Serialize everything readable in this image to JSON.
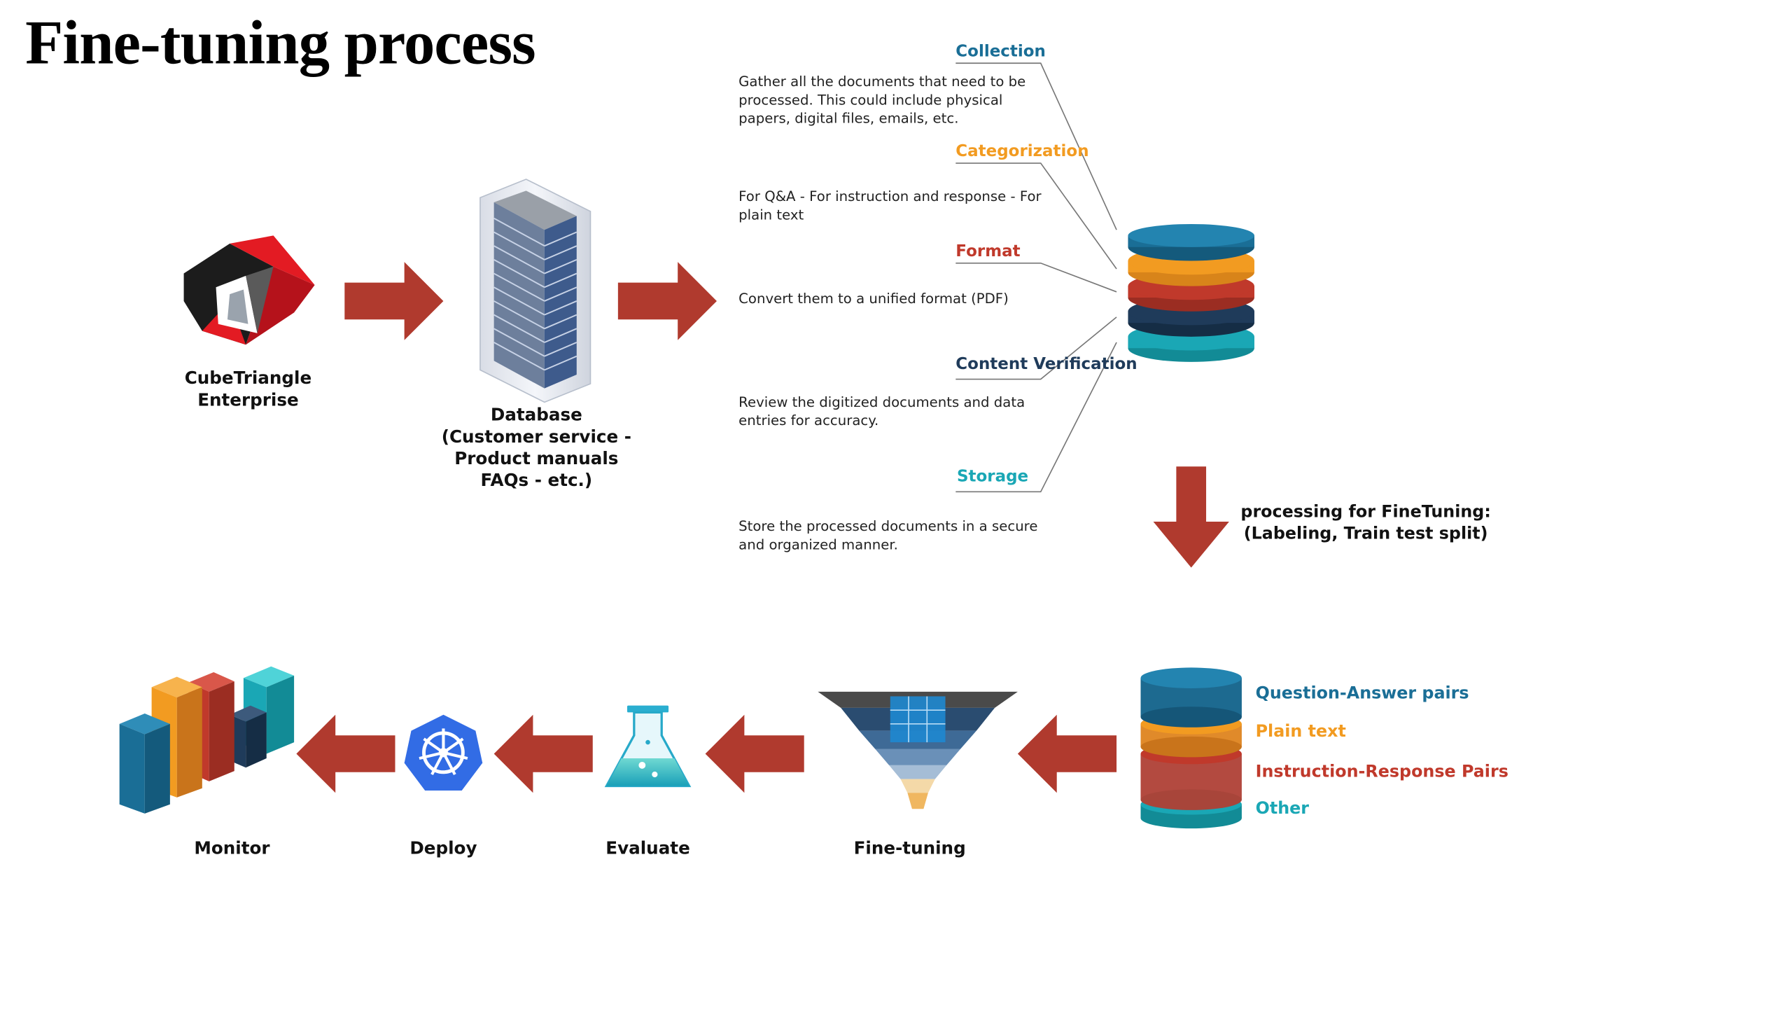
{
  "title": "Fine-tuning process",
  "colors": {
    "arrow": "#b03a2e",
    "teal_blue": "#1a6e96",
    "orange": "#f29b21",
    "red": "#c0392b",
    "navy": "#1f3b5a",
    "cyan": "#1aa7b5"
  },
  "nodes": {
    "enterprise": {
      "label_line1": "CubeTriangle",
      "label_line2": "Enterprise",
      "icon": "cube-triangle-logo-icon"
    },
    "database": {
      "label_line1": "Database",
      "label_line2": "(Customer service -",
      "label_line3": "Product manuals",
      "label_line4": "FAQs - etc.)",
      "icon": "server-rack-icon"
    }
  },
  "steps": [
    {
      "title": "Collection",
      "color": "#1a6e96",
      "desc_lines": [
        "Gather all the documents that need to be",
        "processed. This could include physical",
        "papers, digital files, emails, etc."
      ]
    },
    {
      "title": "Categorization",
      "color": "#f29b21",
      "desc_lines": [
        "For Q&A - For instruction and response - For",
        "plain text"
      ]
    },
    {
      "title": "Format",
      "color": "#c0392b",
      "desc_lines": [
        "Convert them to a unified format (PDF)"
      ]
    },
    {
      "title": "Content Verification",
      "color": "#1f3b5a",
      "desc_lines": [
        "Review the digitized documents and data",
        "entries for accuracy."
      ]
    },
    {
      "title": "Storage",
      "color": "#1aa7b5",
      "desc_lines": [
        "Store the processed documents in a secure",
        "and organized manner."
      ]
    }
  ],
  "processing": {
    "line1": "processing for FineTuning:",
    "line2": "(Labeling, Train test split)"
  },
  "dataset_legend": [
    {
      "label": "Question-Answer pairs",
      "color": "#1a6e96"
    },
    {
      "label": "Plain text",
      "color": "#f29b21"
    },
    {
      "label": "Instruction-Response Pairs",
      "color": "#c0392b"
    },
    {
      "label": "Other",
      "color": "#1aa7b5"
    }
  ],
  "pipeline": [
    {
      "label": "Fine-tuning",
      "icon": "funnel-icon"
    },
    {
      "label": "Evaluate",
      "icon": "flask-icon"
    },
    {
      "label": "Deploy",
      "icon": "kubernetes-wheel-icon"
    },
    {
      "label": "Monitor",
      "icon": "bar-chart-icon"
    }
  ]
}
